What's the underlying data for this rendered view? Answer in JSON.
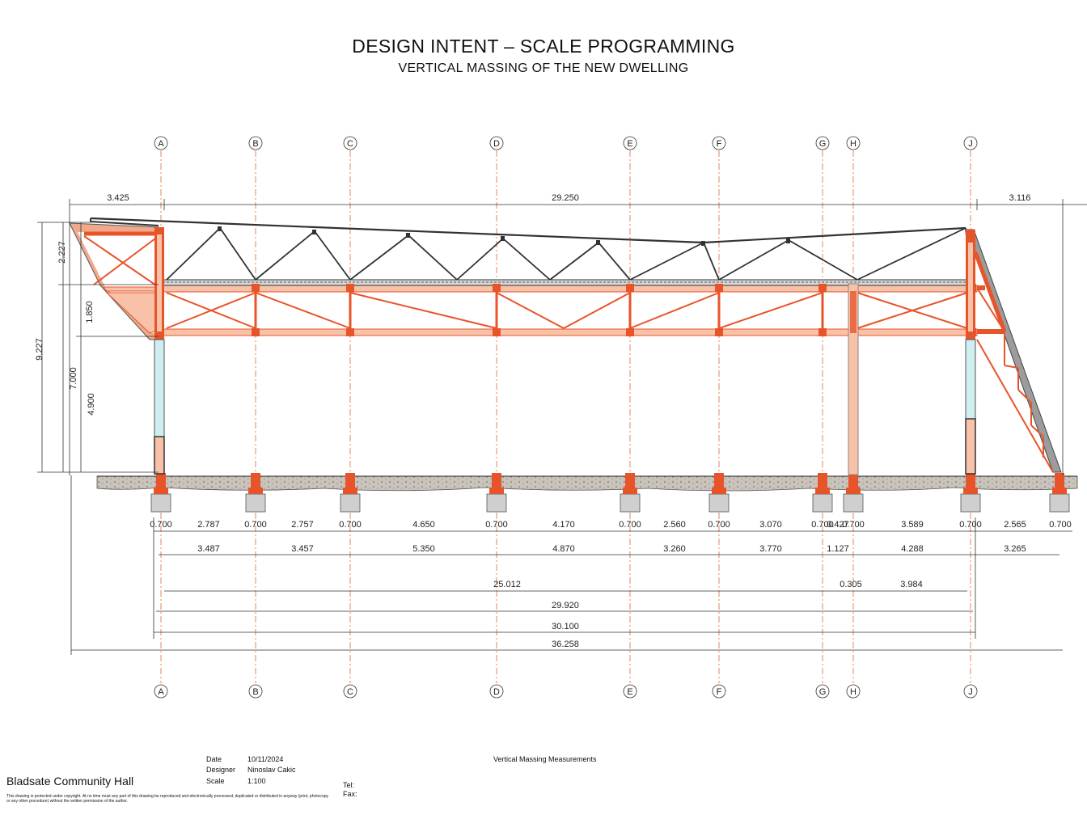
{
  "header": {
    "title": "DESIGN INTENT – SCALE PROGRAMMING",
    "subtitle": "VERTICAL MASSING OF THE NEW DWELLING"
  },
  "grid": {
    "labels": [
      "A",
      "B",
      "C",
      "D",
      "E",
      "F",
      "G",
      "H",
      "J"
    ]
  },
  "dimensions": {
    "top": [
      "3.425",
      "29.250",
      "3.116"
    ],
    "left": [
      "2.227",
      "1.850",
      "4.900",
      "7.000",
      "9.227"
    ],
    "row1": [
      "0.700",
      "2.787",
      "0.700",
      "2.757",
      "0.700",
      "4.650",
      "0.700",
      "4.170",
      "0.700",
      "2.560",
      "0.700",
      "3.070",
      "0.700",
      "0.427",
      "0.700",
      "3.589",
      "0.700",
      "2.565",
      "0.700"
    ],
    "row2": [
      "3.487",
      "3.457",
      "5.350",
      "4.870",
      "3.260",
      "3.770",
      "1.127",
      "4.288",
      "3.265"
    ],
    "row3": [
      "25.012",
      "0.305",
      "3.984"
    ],
    "totals": [
      "29.920",
      "30.100",
      "36.258"
    ]
  },
  "title_block": {
    "date_label": "Date",
    "date_value": "10/11/2024",
    "designer_label": "Designer",
    "designer_value": "Ninoslav Cakic",
    "scale_label": "Scale",
    "scale_value": "1:100",
    "drawing_name": "Vertical Massing Measurements",
    "tel_label": "Tel:",
    "fax_label": "Fax:",
    "project": "Bladsate Community Hall",
    "copyright": "This drawing is protected under copyright. At no time must any part of this drawing be reproduced and electronically processed, duplicated or distributed in anyway (print, photocopy or any other procedure) without the written permission of the author."
  },
  "colors": {
    "steel": "#e8542a",
    "infill": "#f7c2a8",
    "glazing": "#cfeef0",
    "roof": "#2f3336",
    "ground": "#b8b2aa",
    "footing": "#cfcfcf",
    "grid": "#e0662f"
  }
}
